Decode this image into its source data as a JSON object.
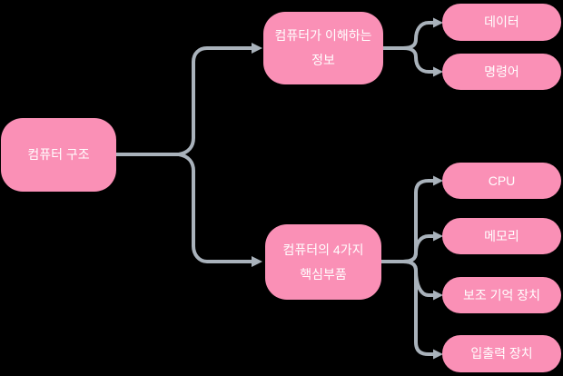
{
  "colors": {
    "background": "#000000",
    "node_fill": "#FA90B6",
    "node_text": "#FFFFFF",
    "connector": "#A9B2BB"
  },
  "mindmap": {
    "root": {
      "label": "컴퓨터 구조"
    },
    "branches": [
      {
        "label_line1": "컴퓨터가 이해하는",
        "label_line2": "정보",
        "children": [
          {
            "label": "데이터"
          },
          {
            "label": "명령어"
          }
        ]
      },
      {
        "label_line1": "컴퓨터의 4가지",
        "label_line2": "핵심부품",
        "children": [
          {
            "label": "CPU"
          },
          {
            "label": "메모리"
          },
          {
            "label": "보조 기억 장치"
          },
          {
            "label": "입출력 장치"
          }
        ]
      }
    ]
  }
}
